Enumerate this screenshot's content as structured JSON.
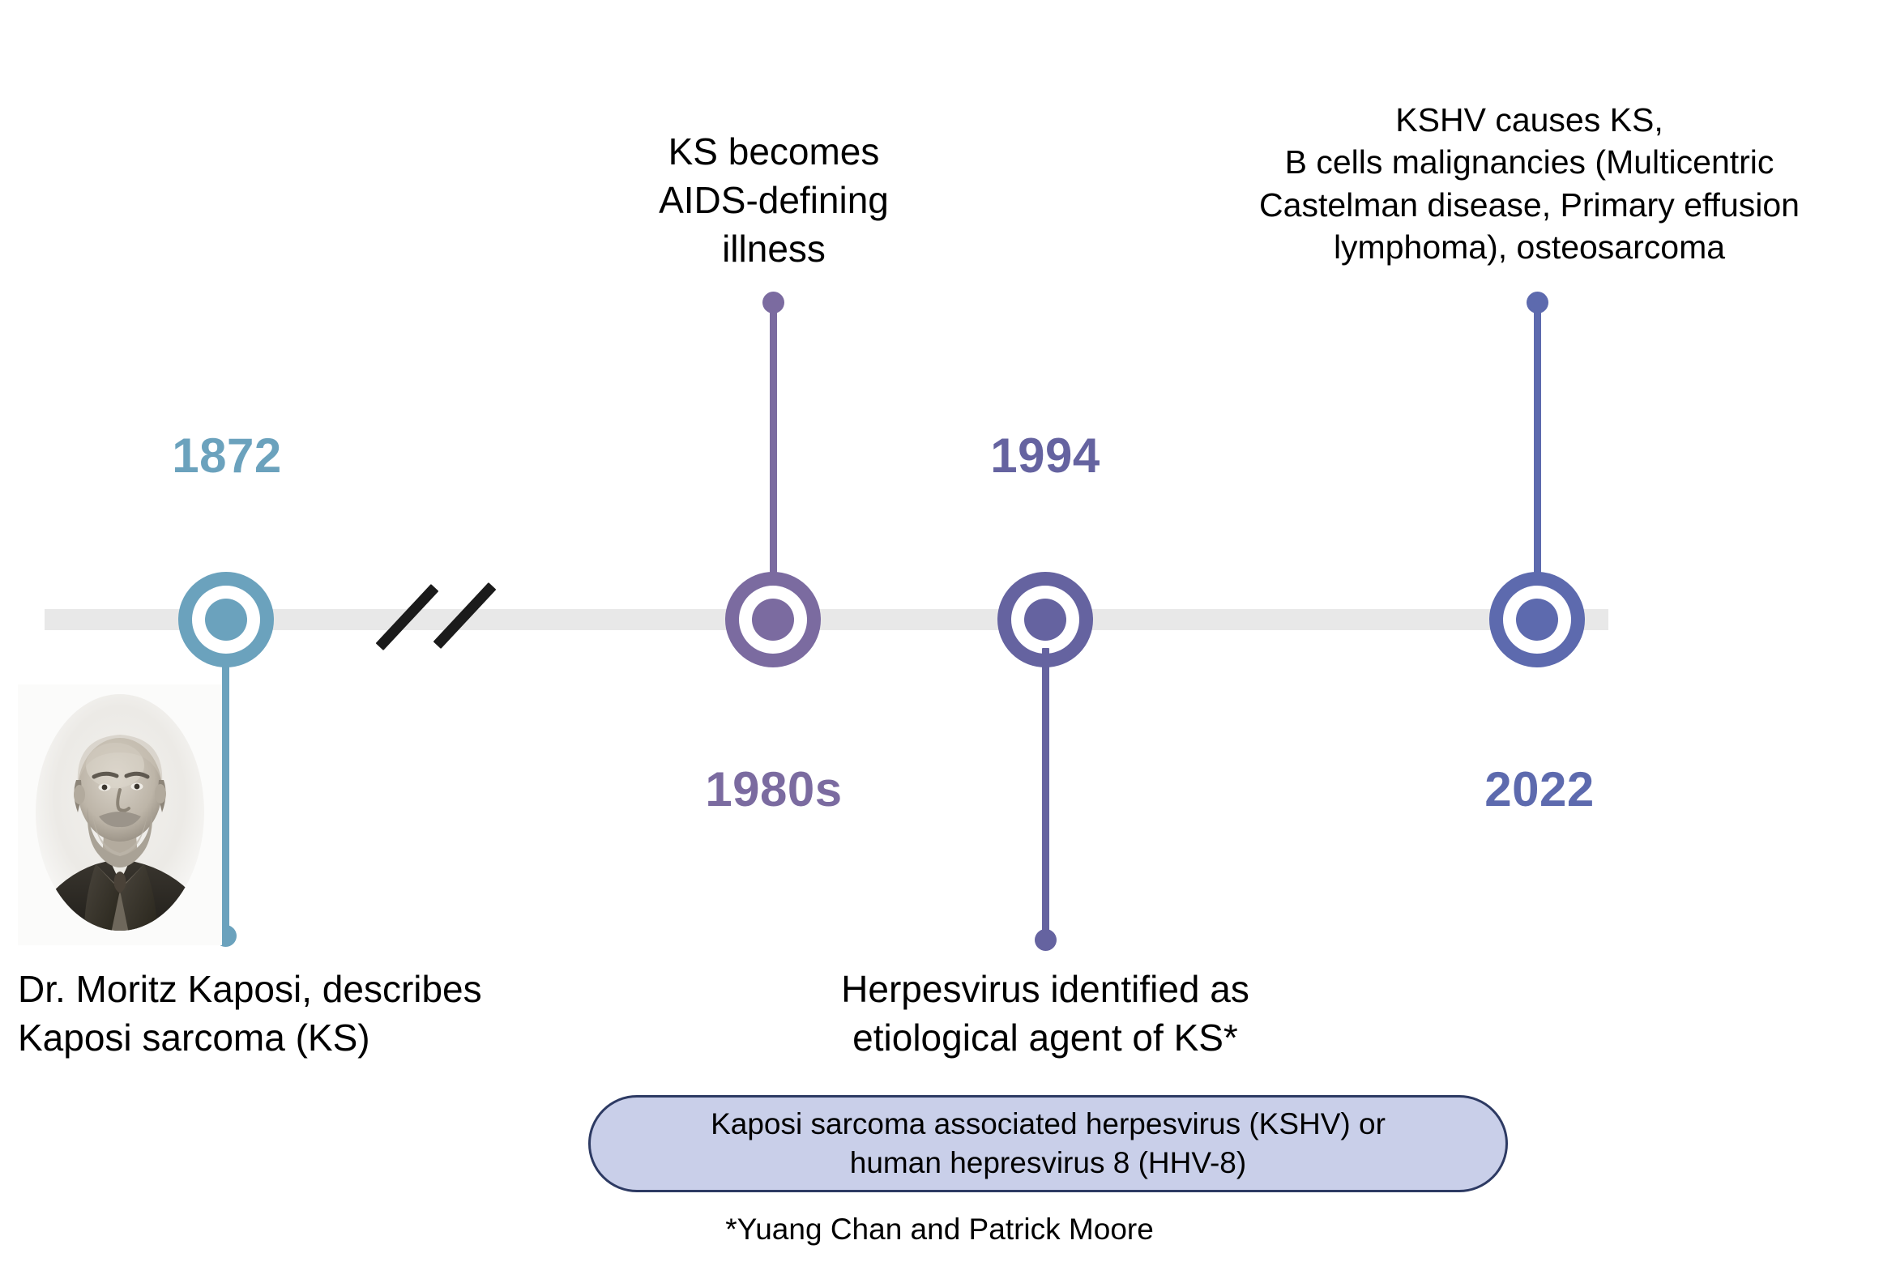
{
  "figure": {
    "type": "timeline",
    "orientation": "horizontal",
    "background_color": "#ffffff",
    "axis_color": "#e8e8e8",
    "break_mark": {
      "name": "axis-break-double-slash",
      "glyph": "//",
      "color": "#1b1b1b"
    }
  },
  "events": [
    {
      "id": "e1872",
      "year": "1872",
      "color": "#6ba2bd",
      "label_position": "above",
      "description": "Dr. Moritz Kaposi, describes\nKaposi sarcoma (KS)",
      "description_position": "below",
      "has_portrait": true
    },
    {
      "id": "e1980s",
      "year": "1980s",
      "color": "#7b6ba0",
      "label_position": "below",
      "description": "KS becomes\nAIDS-defining\nillness",
      "description_position": "above",
      "has_portrait": false
    },
    {
      "id": "e1994",
      "year": "1994",
      "color": "#6563a0",
      "label_position": "above",
      "description": "Herpesvirus identified as\netiological agent of KS*",
      "description_position": "below",
      "has_portrait": false
    },
    {
      "id": "e2022",
      "year": "2022",
      "color": "#5d6aae",
      "label_position": "below",
      "description": "KSHV causes KS,\nB cells malignancies (Multicentric\nCastelman disease, Primary effusion\nlymphoma), osteosarcoma",
      "description_position": "above",
      "has_portrait": false
    }
  ],
  "portrait": {
    "alt": "Dr. Moritz Kaposi portrait",
    "style": "vintage black and white oval vignette photograph"
  },
  "callout": {
    "text": "Kaposi sarcoma associated herpesvirus (KSHV) or\nhuman hepresvirus 8 (HHV-8)",
    "fill_color": "#c9cfe9",
    "border_color": "#2d3a63"
  },
  "footnote": {
    "text": "*Yuang Chan and Patrick Moore"
  }
}
